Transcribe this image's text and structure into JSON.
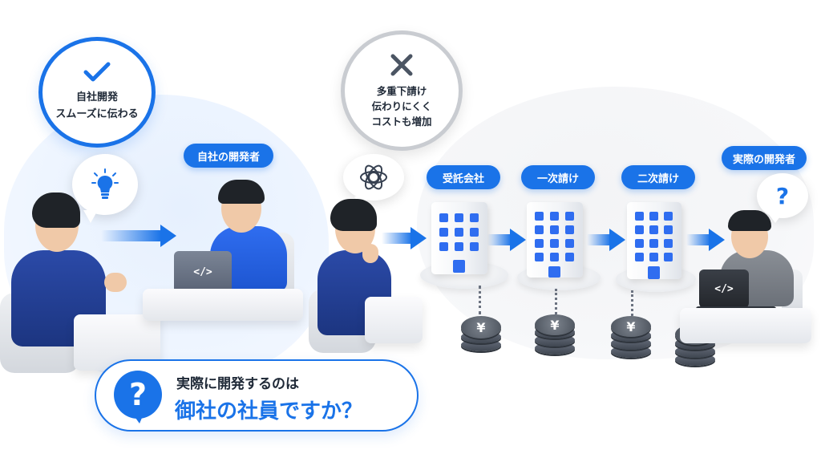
{
  "good_circle": {
    "line1": "自社開発",
    "line2": "スムーズに伝わる",
    "icon": "check-icon"
  },
  "bad_circle": {
    "line1": "多重下請け",
    "line2": "伝わりにくく",
    "line3": "コストも増加",
    "icon": "cross-icon"
  },
  "labels": {
    "inhouse_developer": "自社の開発者",
    "prime_contractor": "受託会社",
    "first_subcontractor": "一次請け",
    "second_subcontractor": "二次請け",
    "actual_developer": "実際の開発者"
  },
  "laptop_code": "</>",
  "coin_symbol": "¥",
  "question_mark": "?",
  "banner": {
    "line1": "実際に開発するのは",
    "line2": "御社の社員ですか？",
    "icon": "question-icon"
  },
  "colors": {
    "accent": "#1a73e8",
    "gray": "#c9ccd1",
    "coin": "#4a515b"
  }
}
